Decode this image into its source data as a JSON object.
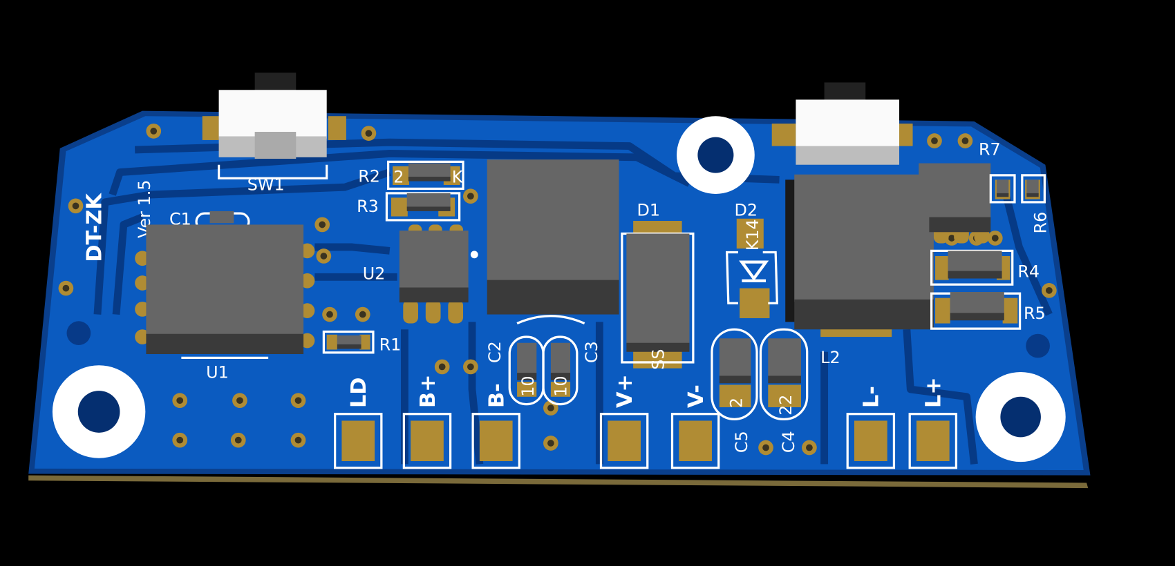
{
  "board": {
    "colors": {
      "board": "#0b5bc0",
      "trace": "#063a86",
      "gold": "#b08c34",
      "silk": "#ffffff",
      "component": "#666666",
      "background": "#000000"
    },
    "title": "DT-ZK",
    "version": "Ver 1.5"
  },
  "components": {
    "sw1": "SW1",
    "r1": "R1",
    "r2": "R2",
    "r3": "R3",
    "r4": "R4",
    "r5": "R5",
    "r6": "R6",
    "r7": "R7",
    "c1": "C1",
    "c2": "C2",
    "c3": "C3",
    "c4": "C4",
    "c5": "C5",
    "u1": "U1",
    "u2": "U2",
    "d1": "D1",
    "d2": "D2",
    "l2": "L2",
    "d1_marking": "SS",
    "d2_marking": "K14",
    "r2_marking_left": "2",
    "r2_marking_right": "K",
    "c2_marking": "10",
    "c3_marking": "10",
    "c5_marking": "2",
    "c4_marking": "22"
  },
  "pads": [
    {
      "label": "LD"
    },
    {
      "label": "B+"
    },
    {
      "label": "B-"
    },
    {
      "label": "V+"
    },
    {
      "label": "V-"
    },
    {
      "label": "L-"
    },
    {
      "label": "L+"
    }
  ]
}
